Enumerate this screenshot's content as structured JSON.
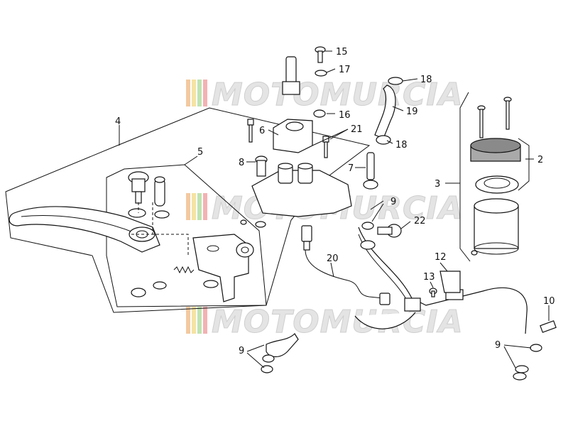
{
  "watermark": {
    "text": "MOTOMURCIA",
    "stripe_colors": [
      "#f3c9a0",
      "#f6e3a3",
      "#bfe3b0",
      "#f2b2b2"
    ]
  },
  "callouts": {
    "c2": "2",
    "c3": "3",
    "c4": "4",
    "c5": "5",
    "c6": "6",
    "c7": "7",
    "c8": "8",
    "c9a": "9",
    "c9b": "9",
    "c9c": "9",
    "c10": "10",
    "c12": "12",
    "c13": "13",
    "c15": "15",
    "c16": "16",
    "c17": "17",
    "c18a": "18",
    "c18b": "18",
    "c19": "19",
    "c20": "20",
    "c21": "21",
    "c22": "22"
  }
}
